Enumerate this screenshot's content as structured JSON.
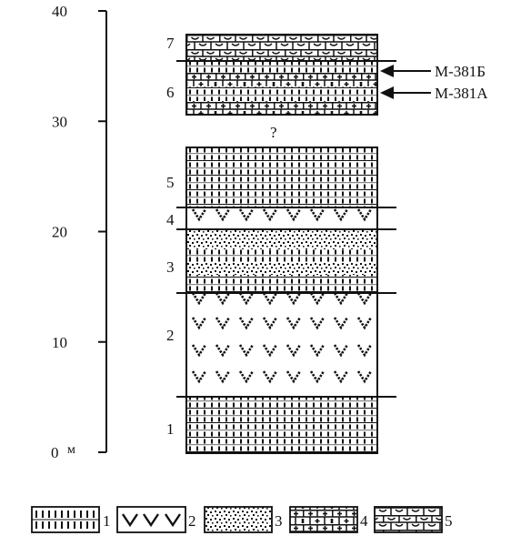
{
  "scale": {
    "ticks": [
      {
        "value": 0,
        "label": "0"
      },
      {
        "value": 10,
        "label": "10"
      },
      {
        "value": 20,
        "label": "20"
      },
      {
        "value": 30,
        "label": "30"
      },
      {
        "value": 40,
        "label": "40"
      }
    ],
    "unit": "м"
  },
  "layers": [
    {
      "number": "1"
    },
    {
      "number": "2"
    },
    {
      "number": "3"
    },
    {
      "number": "4"
    },
    {
      "number": "5"
    },
    {
      "number": "6"
    },
    {
      "number": "7"
    }
  ],
  "gap_mark": "?",
  "samples": [
    {
      "label": "М-381Б"
    },
    {
      "label": "М-381А"
    }
  ],
  "legend": [
    {
      "pattern": "siltstone-dashes",
      "label": "1"
    },
    {
      "pattern": "v-shapes",
      "label": "2"
    },
    {
      "pattern": "dots",
      "label": "3"
    },
    {
      "pattern": "crosses-bricks",
      "label": "4"
    },
    {
      "pattern": "bricks-cups",
      "label": "5"
    }
  ]
}
